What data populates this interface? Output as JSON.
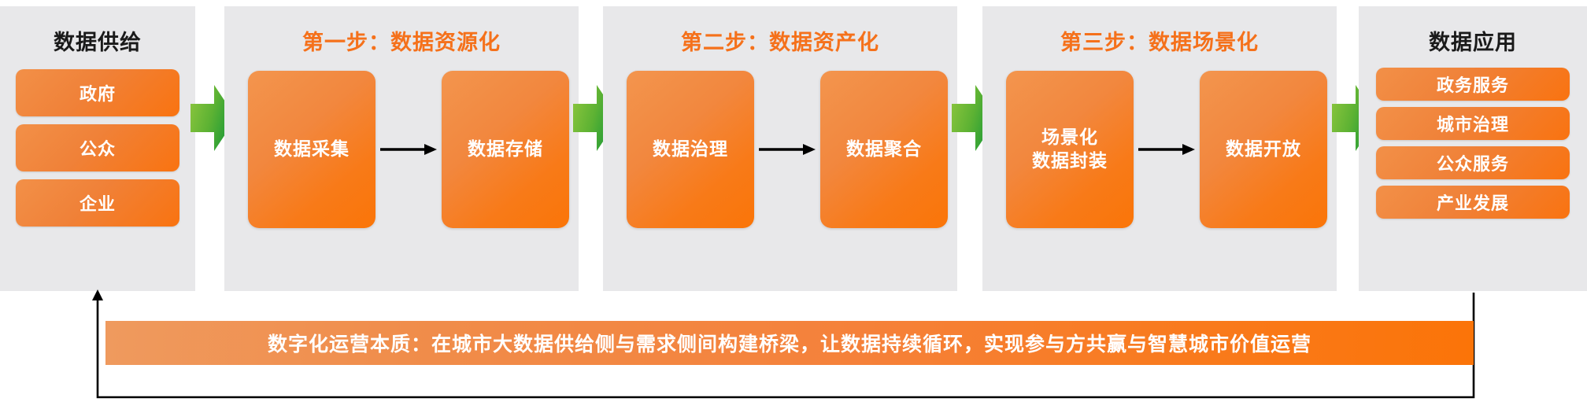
{
  "diagram": {
    "title_hidden": "",
    "colors": {
      "panel_bg": "#e8e8ea",
      "box_orange_light": "#f29048",
      "box_orange_dark": "#f97310",
      "accent_title": "#f5711b",
      "plain_title": "#1a1a1a",
      "arrow_green_light": "#8cc63f",
      "arrow_green_dark": "#22a13a",
      "banner_text": "#ffffff",
      "flow_arrow": "#000000"
    },
    "panels": [
      {
        "id": "supply",
        "title": "数据供给",
        "title_style": "plain",
        "items": [
          "政府",
          "公众",
          "企业"
        ]
      },
      {
        "id": "step-1",
        "title": "第一步：数据资源化",
        "title_style": "accent",
        "items": [
          "数据采集",
          "数据存储"
        ]
      },
      {
        "id": "step-2",
        "title": "第二步：数据资产化",
        "title_style": "accent",
        "items": [
          "数据治理",
          "数据聚合"
        ]
      },
      {
        "id": "step-3",
        "title": "第三步：数据场景化",
        "title_style": "accent",
        "items": [
          "场景化\n数据封装",
          "数据开放"
        ],
        "items_line1": [
          "场景化",
          "数据开放"
        ],
        "items_line2": [
          "数据封装",
          ""
        ]
      },
      {
        "id": "application",
        "title": "数据应用",
        "title_style": "plain",
        "items": [
          "政务服务",
          "城市治理",
          "公众服务",
          "产业发展"
        ]
      }
    ],
    "step3_box1_line1": "场景化",
    "step3_box1_line2": "数据封装",
    "banner": {
      "text": "数字化运营本质：在城市大数据供给侧与需求侧间构建桥梁，让数据持续循环，实现参与方共赢与智慧城市价值运营"
    },
    "arrows": {
      "green_count": 4,
      "inner_flow_count": 3,
      "feedback_label": ""
    }
  }
}
